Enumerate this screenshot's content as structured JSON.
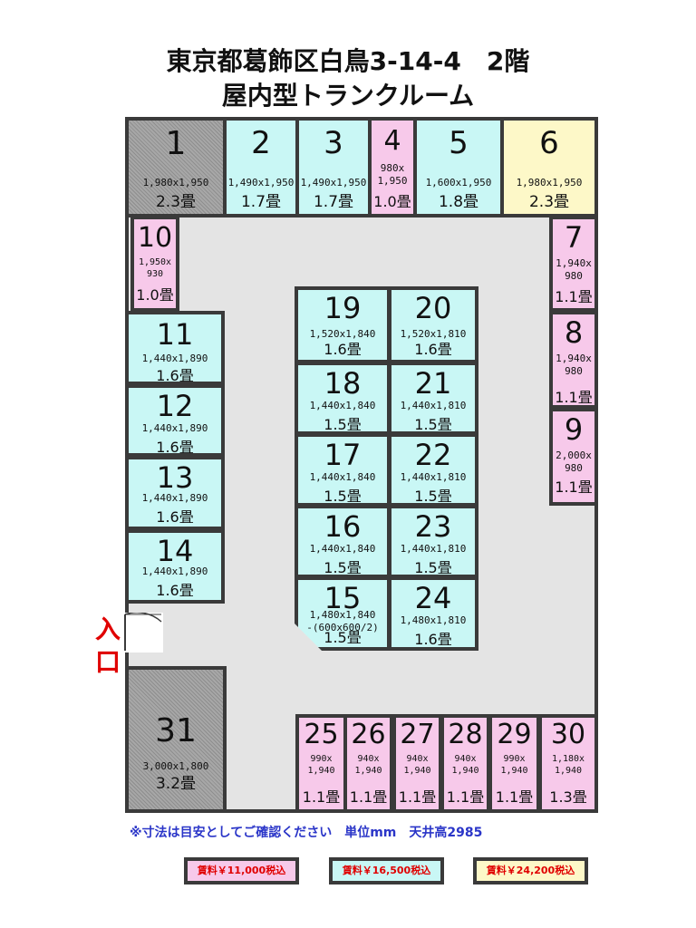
{
  "title": {
    "line1": "東京都葛飾区白鳥3-14-4　2階",
    "line2": "屋内型トランクルーム"
  },
  "units": [
    {
      "num": "1",
      "dim": "1,980x1,950",
      "area": "2.3畳",
      "color": "gray"
    },
    {
      "num": "2",
      "dim": "1,490x1,950",
      "area": "1.7畳",
      "color": "cyan"
    },
    {
      "num": "3",
      "dim": "1,490x1,950",
      "area": "1.7畳",
      "color": "cyan"
    },
    {
      "num": "4",
      "dim": "980x\n1,950",
      "area": "1.0畳",
      "color": "pink"
    },
    {
      "num": "5",
      "dim": "1,600x1,950",
      "area": "1.8畳",
      "color": "cyan"
    },
    {
      "num": "6",
      "dim": "1,980x1,950",
      "area": "2.3畳",
      "color": "cream"
    },
    {
      "num": "7",
      "dim": "1,940x\n980",
      "area": "1.1畳",
      "color": "pink"
    },
    {
      "num": "8",
      "dim": "1,940x\n980",
      "area": "1.1畳",
      "color": "pink"
    },
    {
      "num": "9",
      "dim": "2,000x\n980",
      "area": "1.1畳",
      "color": "pink"
    },
    {
      "num": "10",
      "dim": "1,950x\n930",
      "area": "1.0畳",
      "color": "pink"
    },
    {
      "num": "11",
      "dim": "1,440x1,890",
      "area": "1.6畳",
      "color": "cyan"
    },
    {
      "num": "12",
      "dim": "1,440x1,890",
      "area": "1.6畳",
      "color": "cyan"
    },
    {
      "num": "13",
      "dim": "1,440x1,890",
      "area": "1.6畳",
      "color": "cyan"
    },
    {
      "num": "14",
      "dim": "1,440x1,890",
      "area": "1.6畳",
      "color": "cyan"
    },
    {
      "num": "15",
      "dim": "1,480x1,840\n-(600x600/2)",
      "area": "1.5畳",
      "color": "cyan"
    },
    {
      "num": "16",
      "dim": "1,440x1,840",
      "area": "1.5畳",
      "color": "cyan"
    },
    {
      "num": "17",
      "dim": "1,440x1,840",
      "area": "1.5畳",
      "color": "cyan"
    },
    {
      "num": "18",
      "dim": "1,440x1,840",
      "area": "1.5畳",
      "color": "cyan"
    },
    {
      "num": "19",
      "dim": "1,520x1,840",
      "area": "1.6畳",
      "color": "cyan"
    },
    {
      "num": "20",
      "dim": "1,520x1,810",
      "area": "1.6畳",
      "color": "cyan"
    },
    {
      "num": "21",
      "dim": "1,440x1,810",
      "area": "1.5畳",
      "color": "cyan"
    },
    {
      "num": "22",
      "dim": "1,440x1,810",
      "area": "1.5畳",
      "color": "cyan"
    },
    {
      "num": "23",
      "dim": "1,440x1,810",
      "area": "1.5畳",
      "color": "cyan"
    },
    {
      "num": "24",
      "dim": "1,480x1,810",
      "area": "1.6畳",
      "color": "cyan"
    },
    {
      "num": "25",
      "dim": "990x\n1,940",
      "area": "1.1畳",
      "color": "pink"
    },
    {
      "num": "26",
      "dim": "940x\n1,940",
      "area": "1.1畳",
      "color": "pink"
    },
    {
      "num": "27",
      "dim": "940x\n1,940",
      "area": "1.1畳",
      "color": "pink"
    },
    {
      "num": "28",
      "dim": "940x\n1,940",
      "area": "1.1畳",
      "color": "pink"
    },
    {
      "num": "29",
      "dim": "990x\n1,940",
      "area": "1.1畳",
      "color": "pink"
    },
    {
      "num": "30",
      "dim": "1,180x\n1,940",
      "area": "1.3畳",
      "color": "pink"
    },
    {
      "num": "31",
      "dim": "3,000x1,800",
      "area": "3.2畳",
      "color": "gray"
    }
  ],
  "entrance": {
    "char1": "入",
    "char2": "口"
  },
  "note": "※寸法は目安としてご確認ください　単位mm　天井高2985",
  "legend": [
    {
      "label": "賃料￥11,000税込",
      "color": "pink"
    },
    {
      "label": "賃料￥16,500税込",
      "color": "cyan"
    },
    {
      "label": "賃料￥24,200税込",
      "color": "cream"
    }
  ],
  "colors": {
    "pink": "#f7c9ea",
    "cyan": "#c9f7f5",
    "cream": "#fdf8c8",
    "wall": "#3a3a3a",
    "floor": "#e4e4e4",
    "entrance": "#e00000",
    "note": "#2a35c8"
  }
}
